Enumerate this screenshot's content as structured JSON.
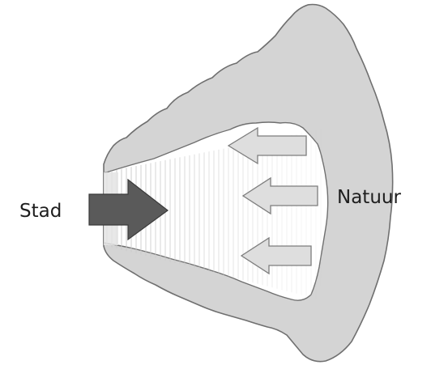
{
  "labels": {
    "city": "Stad",
    "nature": "Natuur"
  },
  "colors": {
    "nature_fill": "#d4d4d4",
    "nature_stroke": "#6f6f6f",
    "wedge_fill": "#ffffff",
    "hatch_line": "#c9c9c9",
    "city_arrow": "#5a5a5a",
    "nature_arrow": "#dedede",
    "text": "#1e1e1e"
  },
  "arrows": {
    "city_count": 1,
    "nature_count": 3
  }
}
